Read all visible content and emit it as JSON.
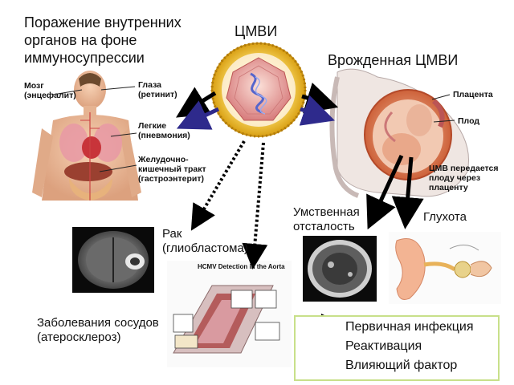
{
  "title_organ_damage": "Поражение внутренних\nорганов на фоне\nиммуносупрессии",
  "title_cmv": "ЦМВИ",
  "title_congenital": "Врожденная ЦМВИ",
  "organs": {
    "brain": "Мозг\n(энцефалит)",
    "eyes": "Глаза\n(ретинит)",
    "lungs": "Легкие\n(пневмония)",
    "gi": "Желудочно-\nкишечный тракт\n(гастроэнтерит)"
  },
  "pregnancy": {
    "placenta": "Плацента",
    "fetus": "Плод",
    "transmission": "ЦМВ передается\nплоду через\nплаценту"
  },
  "outcomes": {
    "retardation": "Умственная\nотсталость",
    "deafness": "Глухота",
    "cancer": "Рак\n(глиобластома)",
    "vascular": "Заболевания сосудов\n(атеросклероз)"
  },
  "aorta_figure": {
    "title": "HCMV Detection in the Aorta"
  },
  "legend": {
    "primary": "Первичная инфекция",
    "reactivation": "Реактивация",
    "factor": "Влияющий фактор"
  },
  "colors": {
    "primary_arrow": "#000000",
    "reactivation_arrow": "#2e2a8c",
    "legend_border": "#c8e08a",
    "virus_shell": "#e8b020",
    "virus_core": "#d98a8a"
  }
}
